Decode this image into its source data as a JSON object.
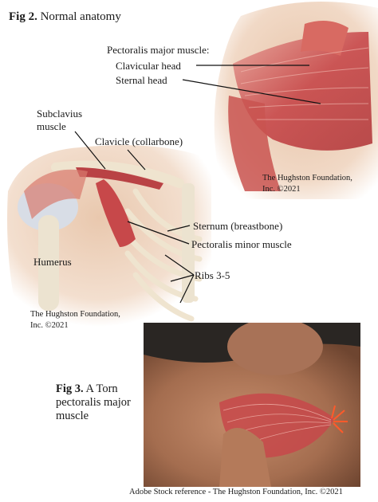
{
  "fig2": {
    "label": "Fig 2.",
    "title": "Normal anatomy",
    "pec_major_heading": "Pectoralis major muscle:",
    "clavicular_head": "Clavicular head",
    "sternal_head": "Sternal head",
    "subclavius_line1": "Subclavius",
    "subclavius_line2": "muscle",
    "clavicle": "Clavicle (collarbone)",
    "sternum": "Sternum (breastbone)",
    "pec_minor": "Pectoralis minor muscle",
    "ribs": "Ribs 3-5",
    "humerus": "Humerus",
    "credit_top_line1": "The Hughston Foundation,",
    "credit_top_line2": "Inc. ©2021",
    "credit_left_line1": "The Hughston Foundation,",
    "credit_left_line2": "Inc. ©2021"
  },
  "fig3": {
    "label": "Fig 3.",
    "title_line1": "A Torn",
    "title_line2": "pectoralis major",
    "title_line3": "muscle",
    "caption": "Adobe Stock reference - The Hughston Foundation, Inc. ©2021"
  },
  "colors": {
    "muscle": "#c7484a",
    "muscle_light": "#e8a49a",
    "skin": "#e7c3a8",
    "bone": "#efe4cf",
    "photo_bg": "#2a2623",
    "skin_photo": "#b98060"
  }
}
